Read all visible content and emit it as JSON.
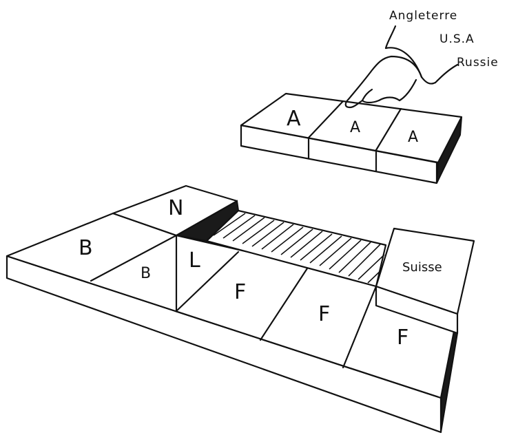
{
  "hand_labels": [
    "Angleterre",
    "U.S.A",
    "Russie"
  ],
  "top_block": {
    "cells": [
      "A",
      "A",
      "A"
    ]
  },
  "base": {
    "labels": {
      "n": "N",
      "b_left": "B",
      "b_right": "B",
      "l": "L",
      "f1": "F",
      "f2": "F",
      "f3": "F",
      "suisse": "Suisse"
    }
  }
}
